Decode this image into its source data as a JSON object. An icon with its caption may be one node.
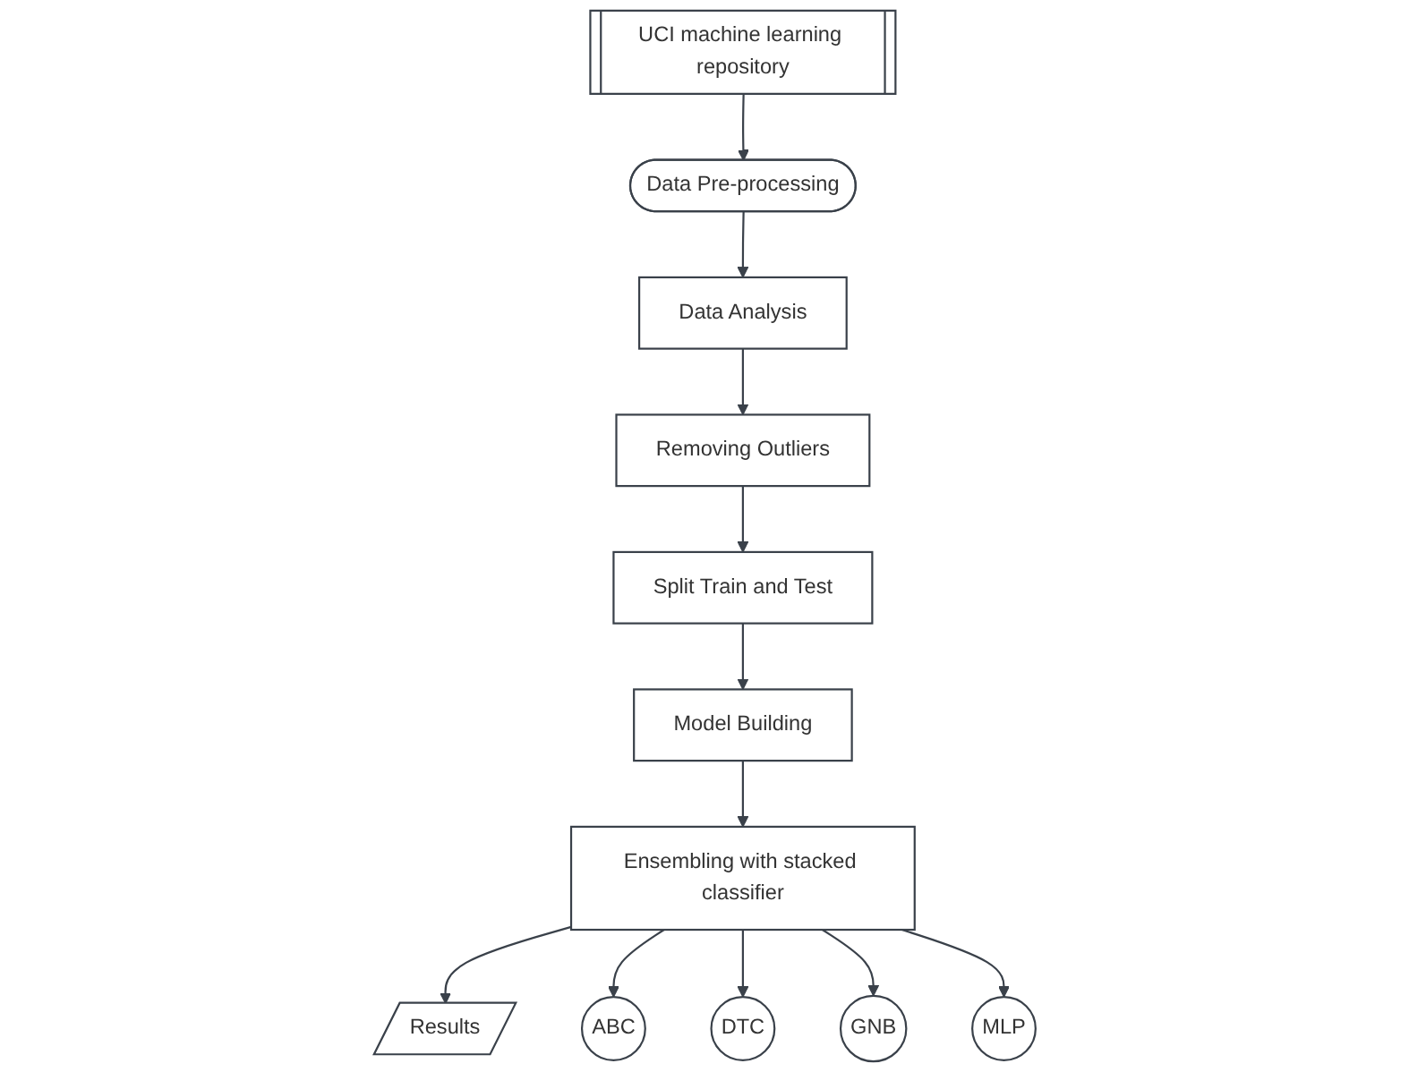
{
  "diagram": {
    "nodes": [
      {
        "text": [
          "UCI machine learning repository"
        ]
      },
      {
        "text": [
          "Data Pre-processing"
        ]
      },
      {
        "text": [
          "Data Analysis"
        ]
      },
      {
        "text": [
          "Removing Outliers"
        ]
      },
      {
        "text": [
          "Split Train and Test"
        ]
      },
      {
        "text": [
          "Model Building"
        ]
      },
      {
        "text": [
          "Ensembling with stacked classifier"
        ]
      },
      {
        "text": [
          "Results"
        ]
      },
      {
        "text": [
          "ABC"
        ]
      },
      {
        "text": [
          "DTC"
        ]
      },
      {
        "text": [
          "GNB"
        ]
      },
      {
        "text": [
          "MLP"
        ]
      }
    ],
    "edges": [
      {
        "from": 0,
        "to": 1,
        "arrow": "to"
      },
      {
        "from": 1,
        "to": 2,
        "arrow": "to"
      },
      {
        "from": 2,
        "to": 3,
        "arrow": "to"
      },
      {
        "from": 3,
        "to": 4,
        "arrow": "to"
      },
      {
        "from": 4,
        "to": 5,
        "arrow": "to"
      },
      {
        "from": 5,
        "to": 6,
        "arrow": "to"
      },
      {
        "from": 6,
        "to": 7,
        "arrow": "to"
      },
      {
        "from": 6,
        "to": 8,
        "arrow": "to"
      },
      {
        "from": 6,
        "to": 9,
        "arrow": "to"
      },
      {
        "from": 6,
        "to": 10,
        "arrow": "to"
      },
      {
        "from": 6,
        "to": 11,
        "arrow": "to"
      }
    ]
  }
}
